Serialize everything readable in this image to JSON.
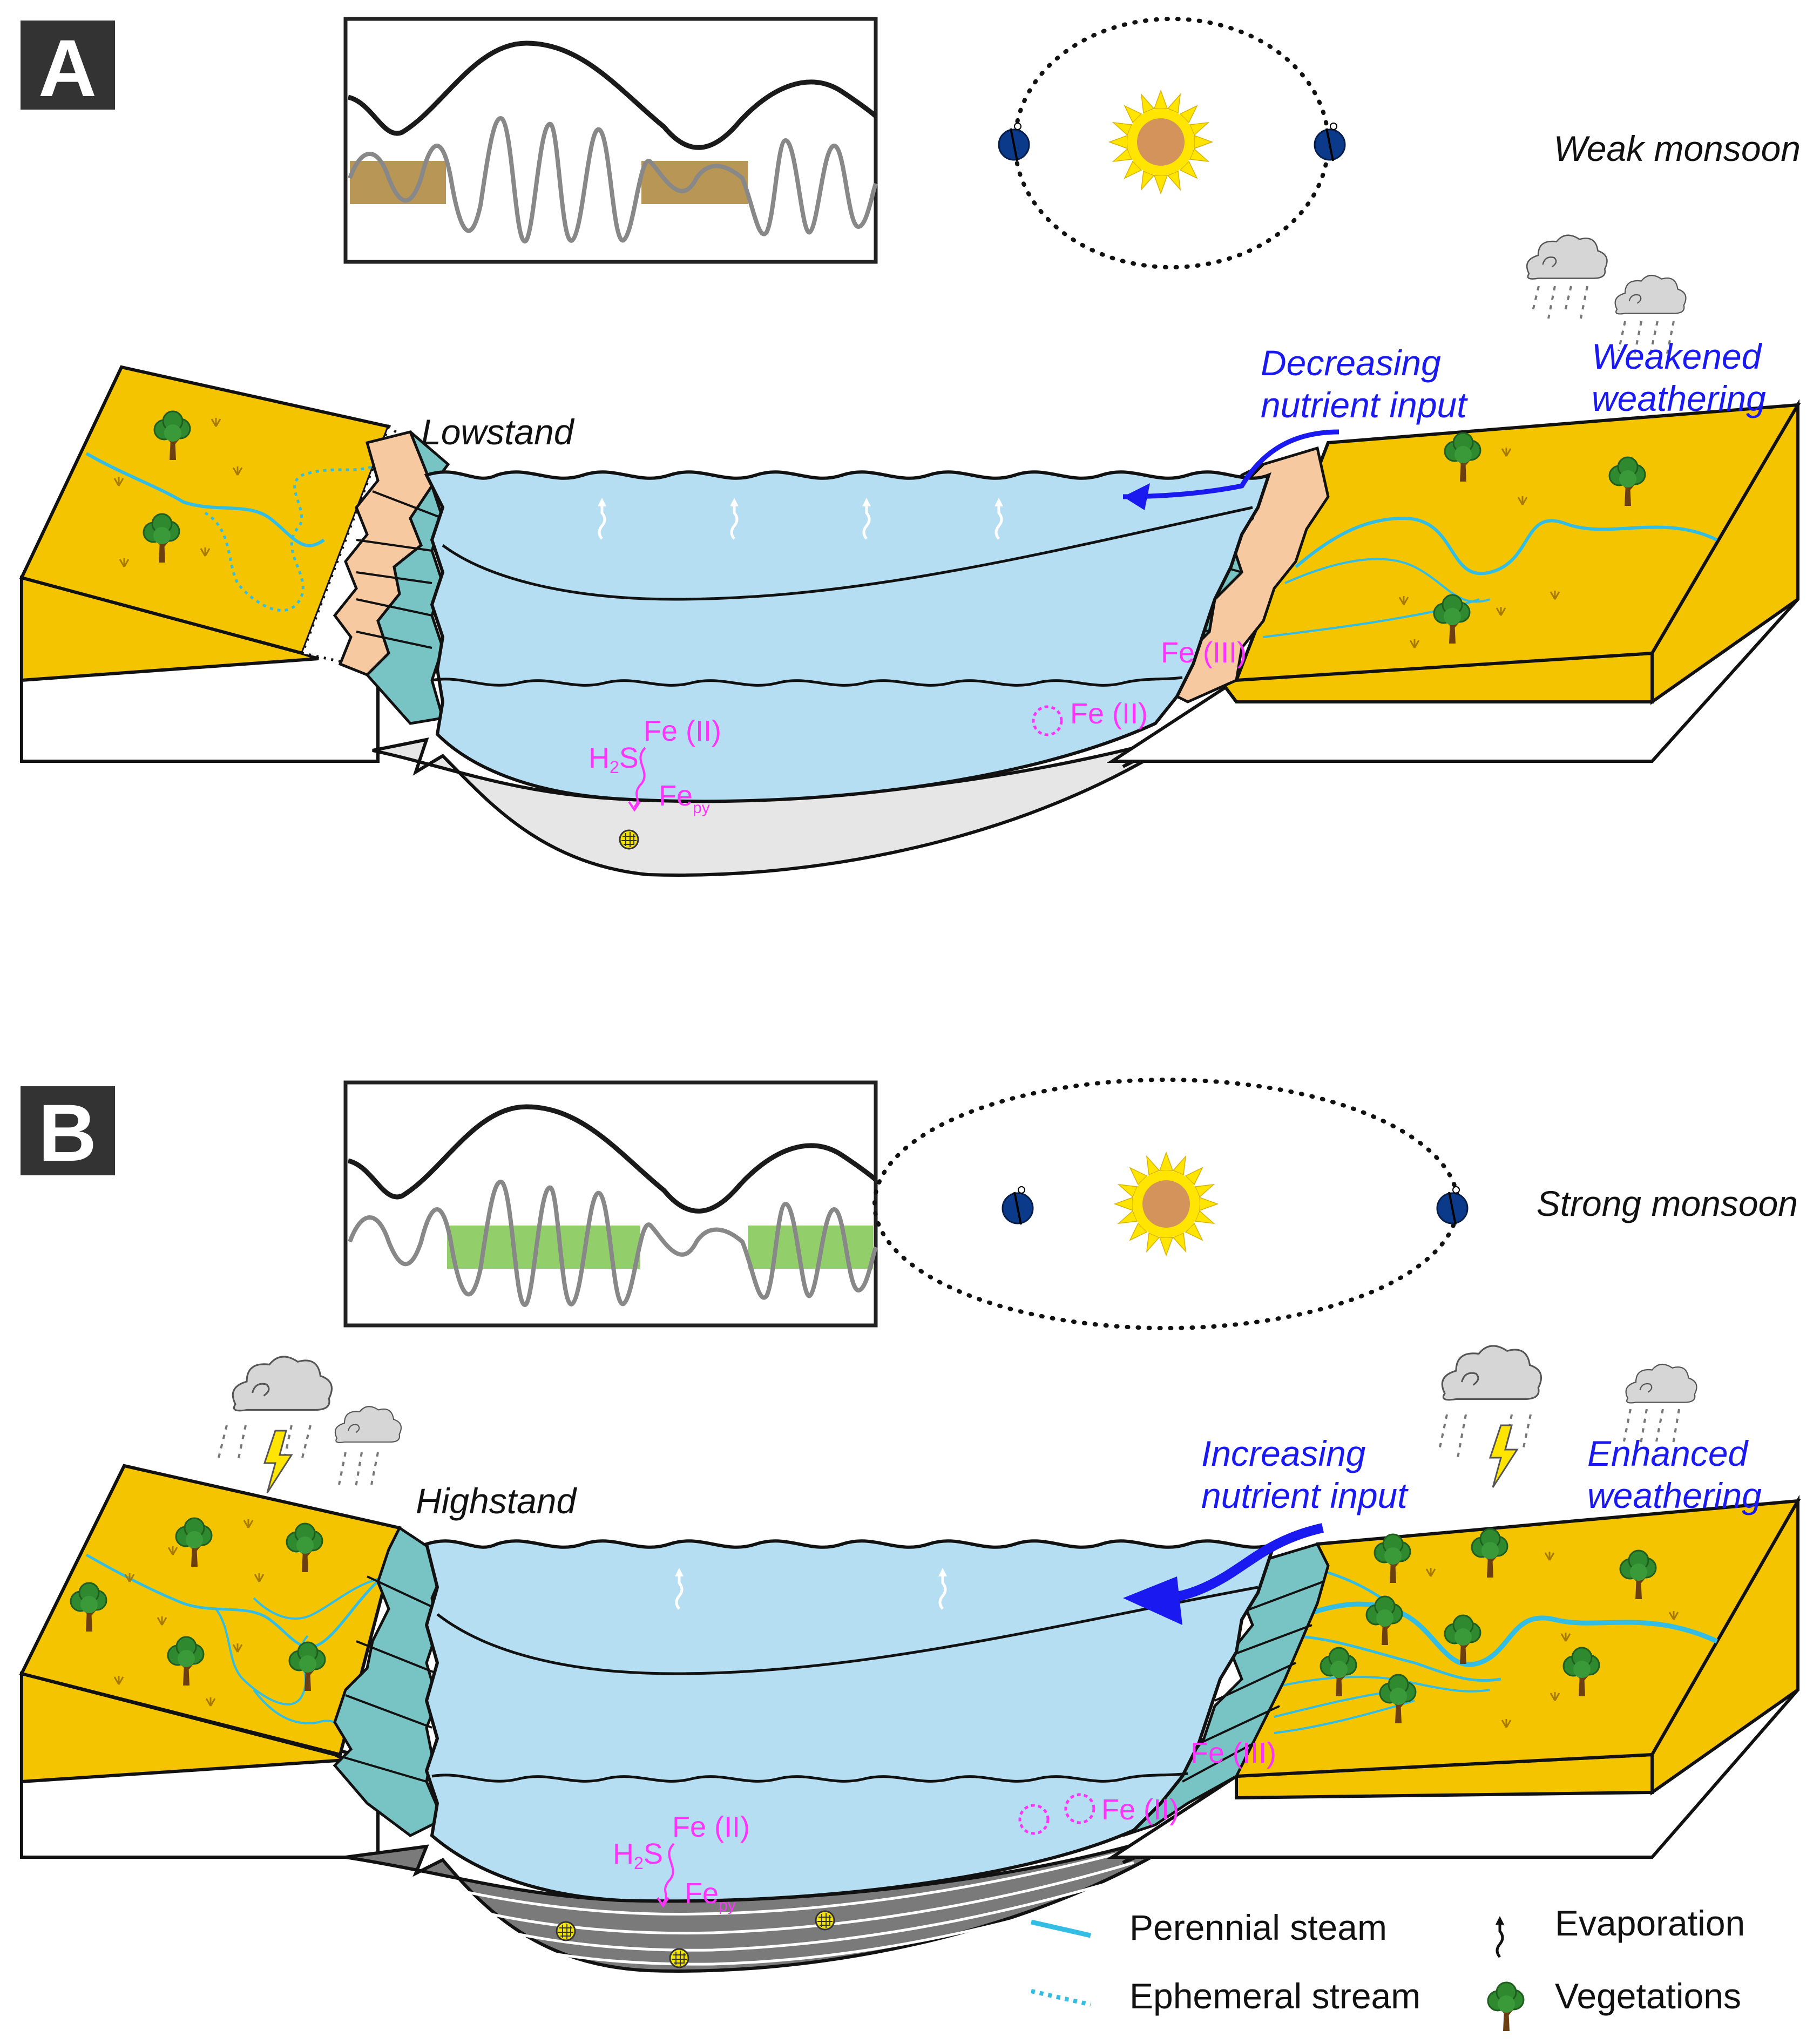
{
  "panels": [
    {
      "letter": "A",
      "monsoon": "Weak monsoon",
      "water_level": "Lowstand",
      "nutrient": [
        "Decreasing",
        "nutrient input"
      ],
      "weathering": [
        "Weakened",
        "weathering"
      ],
      "fe3": "Fe (III)",
      "fe2_shelf": "Fe (II)",
      "fe2_basin": "Fe (II)",
      "h2s": "H",
      "h2s_sub": "2",
      "h2s_end": "S",
      "fepy": "Fe",
      "fepy_sub": "py"
    },
    {
      "letter": "B",
      "monsoon": "Strong monsoon",
      "water_level": "Highstand",
      "nutrient": [
        "Increasing",
        "nutrient input"
      ],
      "weathering": [
        "Enhanced",
        "weathering"
      ],
      "fe3": "Fe (III)",
      "fe2_shelf": "Fe (II)",
      "fe2_basin": "Fe (II)",
      "h2s": "H",
      "h2s_sub": "2",
      "h2s_end": "S",
      "fepy": "Fe",
      "fepy_sub": "py"
    }
  ],
  "legend": {
    "perennial": "Perennial steam",
    "ephemeral": "Ephemeral stream",
    "evaporation": "Evaporation",
    "vegetation": "Vegetations"
  },
  "colors": {
    "land": "#f5c400",
    "water": "#b5def2",
    "shelf": "#78c4c4",
    "sand": "#f7c9a0",
    "sediment_light": "#e6e6e6",
    "sediment_dark": "#7a7a7a",
    "stream": "#33bde5",
    "fe_label": "#ff33ff",
    "arrow": "#1a1af0",
    "weak_band": "#b89656",
    "strong_band": "#92cf6b",
    "planet": "#0b3a8a",
    "sun_core": "#d4935a",
    "sun_rays": "#ffe500"
  },
  "icons": [
    "sun-icon",
    "planet-icon",
    "cloud-icon",
    "lightning-icon",
    "tree-icon",
    "evaporation-arrow-icon",
    "pyrite-icon"
  ]
}
